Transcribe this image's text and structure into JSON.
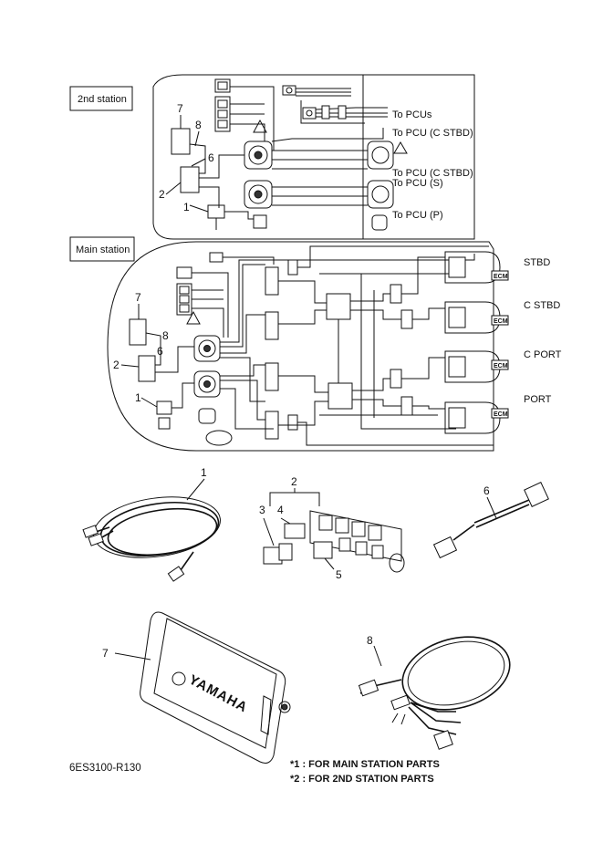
{
  "stations": {
    "second": {
      "label": "2nd station"
    },
    "main": {
      "label": "Main station"
    }
  },
  "pcu_labels": [
    "To PCUs",
    "To PCU (C STBD)",
    "To PCU (C STBD)",
    "To PCU (S)",
    "To PCU (P)"
  ],
  "engine_labels": [
    "STBD",
    "C STBD",
    "C PORT",
    "PORT"
  ],
  "ecm_label": "ECM",
  "callouts": {
    "n1": "1",
    "n2": "2",
    "n3": "3",
    "n4": "4",
    "n5": "5",
    "n6": "6",
    "n7": "7",
    "n8": "8"
  },
  "display_brand": "YAMAHA",
  "part_code": "6ES3100-R130",
  "notes": [
    "*1 : FOR MAIN STATION PARTS",
    "*2 : FOR 2ND STATION PARTS"
  ]
}
